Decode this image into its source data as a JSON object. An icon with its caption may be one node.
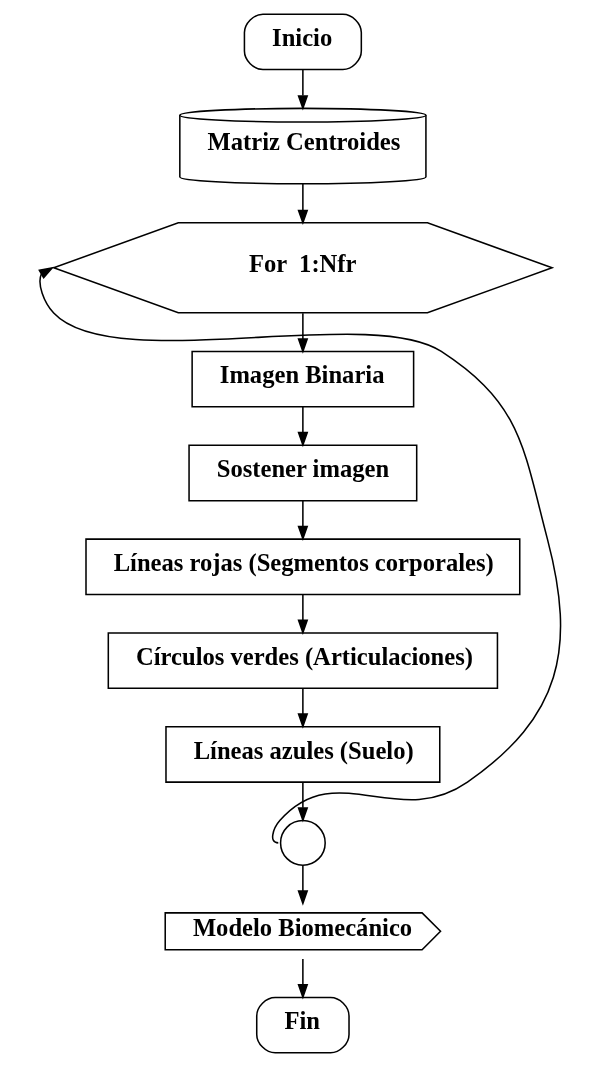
{
  "diagram": {
    "nodes": [
      {
        "text": [
          "Inicio"
        ]
      },
      {
        "text": [
          "Matriz Centroides"
        ]
      },
      {
        "text": [
          "For  1:Nfr"
        ]
      },
      {
        "text": [
          "Imagen Binaria"
        ]
      },
      {
        "text": [
          "Sostener imagen"
        ]
      },
      {
        "text": [
          "Líneas rojas (Segmentos corporales)"
        ]
      },
      {
        "text": [
          "Círculos verdes (Articulaciones)"
        ]
      },
      {
        "text": [
          "Líneas azules (Suelo)"
        ]
      },
      {
        "text": [],
        "shape": "circle"
      },
      {
        "text": [
          "Modelo Biomecánico"
        ]
      },
      {
        "text": [
          "Fin"
        ]
      }
    ],
    "edges": [
      {
        "from": 0,
        "to": 1,
        "arrow": "to"
      },
      {
        "from": 1,
        "to": 2,
        "arrow": "to"
      },
      {
        "from": 2,
        "to": 3,
        "arrow": "to"
      },
      {
        "from": 3,
        "to": 4,
        "arrow": "to"
      },
      {
        "from": 4,
        "to": 5,
        "arrow": "to"
      },
      {
        "from": 5,
        "to": 6,
        "arrow": "to"
      },
      {
        "from": 6,
        "to": 7,
        "arrow": "to"
      },
      {
        "from": 7,
        "to": 8,
        "arrow": "to"
      },
      {
        "from": 8,
        "to": 2,
        "arrow": "to"
      },
      {
        "from": 8,
        "to": 9,
        "arrow": "to"
      },
      {
        "from": 9,
        "to": 10,
        "arrow": "to"
      }
    ]
  }
}
